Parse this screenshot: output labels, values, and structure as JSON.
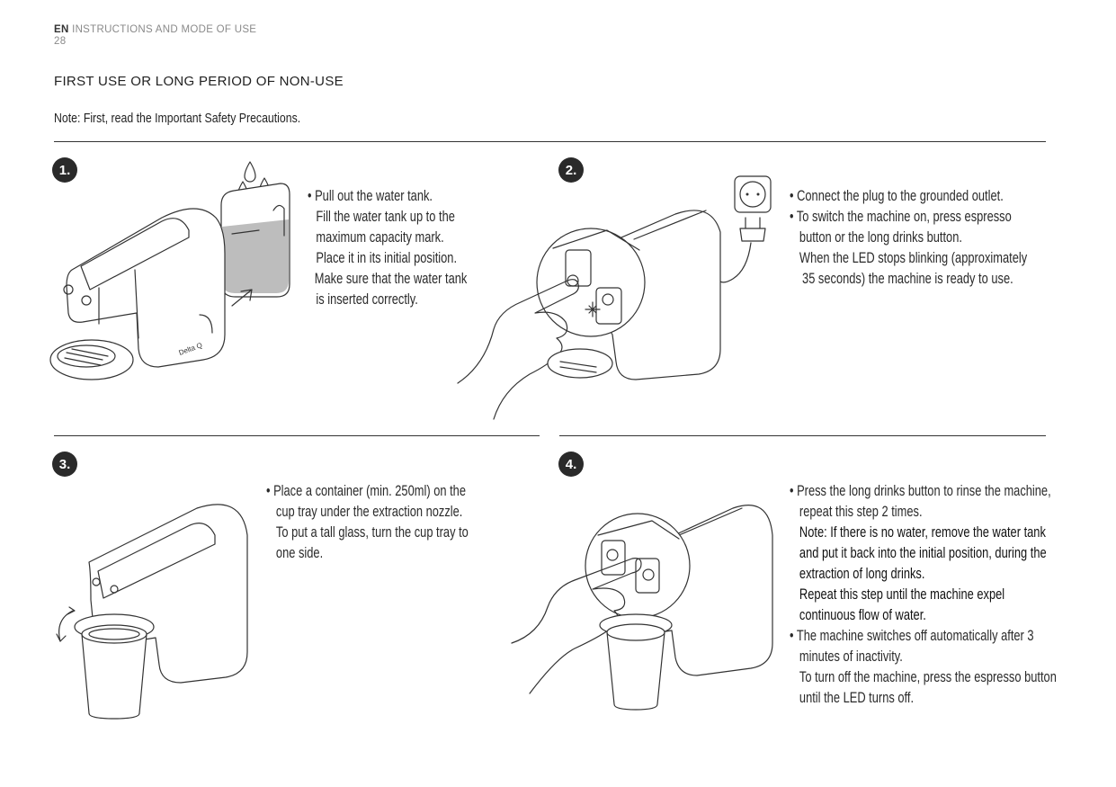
{
  "header": {
    "lang": "EN",
    "title": "INSTRUCTIONS AND MODE OF USE",
    "page": "28"
  },
  "section_title": "FIRST USE OR LONG PERIOD OF NON-USE",
  "note": "Note: First, read the Important Safety Precautions.",
  "steps": [
    {
      "number": "1.",
      "lines": [
        "• Pull out the water tank.",
        "  Fill the water tank up to the",
        "  maximum capacity mark.",
        "  Place it in its initial position.",
        "  Make sure that the water tank",
        "  is inserted correctly."
      ]
    },
    {
      "number": "2.",
      "lines": [
        "• Connect the plug to the grounded outlet.",
        "• To switch the machine on, press espresso",
        "  button or the long drinks button.",
        "  When the LED stops blinking (approximately",
        "  35 seconds) the machine is ready to use."
      ]
    },
    {
      "number": "3.",
      "lines": [
        "• Place a container (min. 250ml) on the",
        "  cup tray under the extraction nozzle.",
        "  To put a tall glass, turn the cup tray to",
        "  one side."
      ]
    },
    {
      "number": "4.",
      "lines": [
        "• Press the long drinks button to rinse the machine,",
        "  repeat this step 2 times.",
        "  Note: If there is no water, remove the water tank",
        "  and put it back into the initial position, during the",
        "  extraction of long drinks.",
        "  Repeat this step until the machine expel",
        "  continuous flow of water.",
        "• The machine switches off automatically after 3",
        "  minutes of inactivity.",
        "  To turn off the machine, press the espresso button",
        "  until the LED turns off."
      ]
    }
  ],
  "brand_mark": "Delta Q"
}
